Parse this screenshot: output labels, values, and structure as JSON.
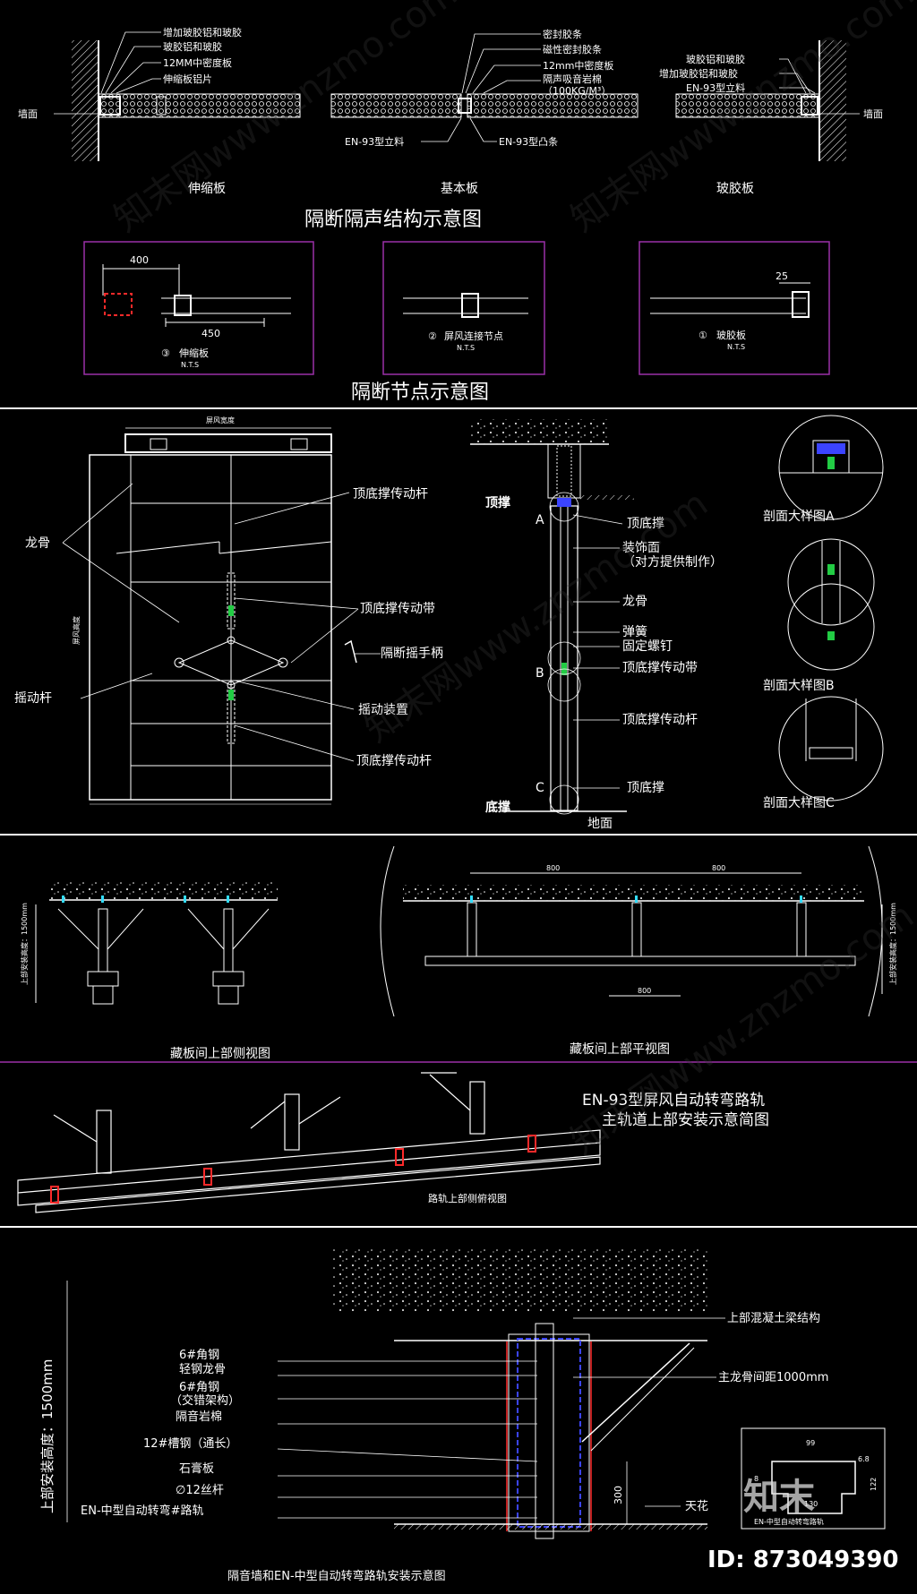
{
  "colors": {
    "background": "#000000",
    "line": "#ffffff",
    "frame": "#9b30a8",
    "accent": "#ff2a2a",
    "blue": "#3b44ff",
    "green": "#22cc44",
    "cyan": "#33ddff"
  },
  "panel1": {
    "labels_left": [
      "增加玻胶铝和玻胶",
      "玻胶铝和玻胶",
      "12MM中密度板",
      "伸缩板铝片"
    ],
    "wall_left": "墙面",
    "labels_center": [
      "密封胶条",
      "磁性密封胶条",
      "12mm中密度板",
      "隔声吸音岩棉",
      "（100KG/M³）"
    ],
    "center_bottom_left": "EN-93型立料",
    "center_bottom_right": "EN-93型凸条",
    "labels_right": [
      "玻胶铝和玻胶",
      "增加玻胶铝和玻胶",
      "EN-93型立料"
    ],
    "wall_right": "墙面",
    "captions": [
      "伸缩板",
      "基本板",
      "玻胶板"
    ],
    "title": "隔断隔声结构示意图"
  },
  "panel2": {
    "box1": {
      "dim_top": "400",
      "dim_bottom": "450",
      "num": "③",
      "name": "伸缩板",
      "nts": "N.T.S"
    },
    "box2": {
      "num": "②",
      "name": "屏风连接节点",
      "nts": "N.T.S"
    },
    "box3": {
      "dim_top": "25",
      "num": "①",
      "name": "玻胶板",
      "nts": "N.T.S"
    },
    "title": "隔断节点示意图"
  },
  "panel3": {
    "top_dim": "屏风宽度",
    "side_dim": "屏风高度",
    "left_labels": [
      "龙骨",
      "摇动杆"
    ],
    "mid_labels": [
      "顶底撑传动杆",
      "顶底撑传动带",
      "隔断摇手柄",
      "摇动装置",
      "顶底撑传动杆"
    ],
    "section_top": "顶撑",
    "section_bottom": "底撑",
    "section_ground": "地面",
    "section_marks": [
      "A",
      "B",
      "C"
    ],
    "section_labels": [
      "顶底撑",
      "装饰面",
      "（对方提供制作）",
      "龙骨",
      "弹簧",
      "固定螺钉",
      "顶底撑传动带",
      "顶底撑传动杆",
      "顶底撑"
    ],
    "details": [
      "剖面大样图A",
      "剖面大样图B",
      "剖面大样图C"
    ]
  },
  "panel4": {
    "left_caption": "藏板间上部侧视图",
    "right_caption": "藏板间上部平视图",
    "dim_800": "800",
    "side_text": "上部安装高度：1500mm"
  },
  "panel5": {
    "title_line1": "EN-93型屏风自动转弯路轨",
    "title_line2": "主轨道上部安装示意简图",
    "caption": "路轨上部侧俯视图"
  },
  "panel6": {
    "labels": [
      "6#角钢",
      "轻钢龙骨",
      "6#角钢",
      "（交错架构）",
      "隔音岩棉",
      "12#槽钢（通长）",
      "石膏板",
      "∅12丝杆",
      "EN-中型自动转弯#路轨"
    ],
    "right_top": "上部混凝土梁结构",
    "right_mid": "主龙骨间距1000mm",
    "right_bottom": "天花",
    "dim_300": "300",
    "vertical": "上部安装高度：1500mm",
    "profile_dims": [
      "99",
      "8",
      "6.8",
      "122",
      "130"
    ],
    "profile_label": "EN-中型自动转弯路轨",
    "caption": "隔音墙和EN-中型自动转弯路轨安装示意图",
    "logo": "知末",
    "id_text": "ID: 873049390"
  },
  "watermark": "知末网www.znzmo.com"
}
